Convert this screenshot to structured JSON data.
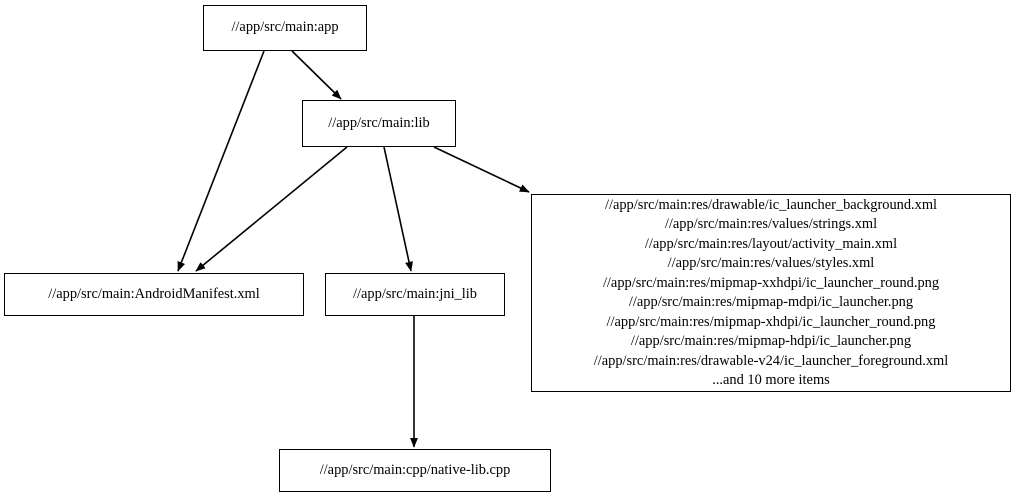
{
  "graph": {
    "nodes": [
      {
        "id": "app",
        "label": "//app/src/main:app"
      },
      {
        "id": "lib",
        "label": "//app/src/main:lib"
      },
      {
        "id": "manifest",
        "label": "//app/src/main:AndroidManifest.xml"
      },
      {
        "id": "jni_lib",
        "label": "//app/src/main:jni_lib"
      },
      {
        "id": "native_lib",
        "label": "//app/src/main:cpp/native-lib.cpp"
      },
      {
        "id": "resources",
        "lines": [
          "//app/src/main:res/drawable/ic_launcher_background.xml",
          "//app/src/main:res/values/strings.xml",
          "//app/src/main:res/layout/activity_main.xml",
          "//app/src/main:res/values/styles.xml",
          "//app/src/main:res/mipmap-xxhdpi/ic_launcher_round.png",
          "//app/src/main:res/mipmap-mdpi/ic_launcher.png",
          "//app/src/main:res/mipmap-xhdpi/ic_launcher_round.png",
          "//app/src/main:res/mipmap-hdpi/ic_launcher.png",
          "//app/src/main:res/drawable-v24/ic_launcher_foreground.xml",
          "...and 10 more items"
        ]
      }
    ],
    "edges": [
      {
        "from": "app",
        "to": "lib"
      },
      {
        "from": "app",
        "to": "manifest"
      },
      {
        "from": "lib",
        "to": "manifest"
      },
      {
        "from": "lib",
        "to": "jni_lib"
      },
      {
        "from": "lib",
        "to": "resources"
      },
      {
        "from": "jni_lib",
        "to": "native_lib"
      }
    ],
    "style": {
      "edge_color": "#000000",
      "node_border_color": "#000000",
      "node_fill": "#ffffff",
      "text_color": "#000000",
      "background": "#ffffff"
    }
  }
}
